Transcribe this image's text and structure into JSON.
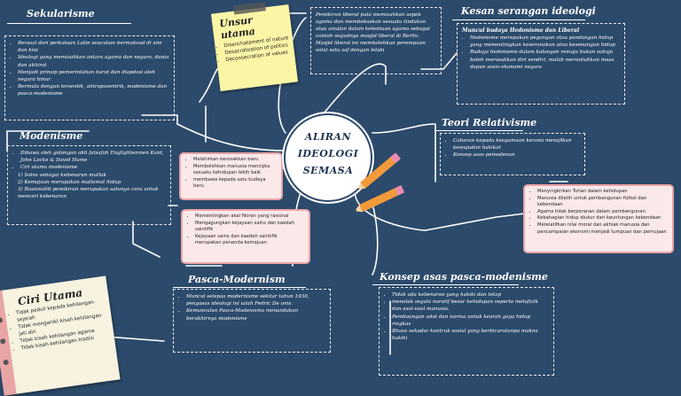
{
  "center": {
    "line1": "ALIRAN",
    "line2": "IDEOLOGI",
    "line3": "SEMASA"
  },
  "sekularisme": {
    "title": "Sekularisme",
    "items": [
      "Berasal dari perkataan Latin seaculam bermaksud di sini dan kini",
      "Ideologi yang memisahkan antara agama dan negara, dunia dan akhirat",
      "Menjadi prinsip pemerintahan barat dan diapdosi oleh negara timur",
      "Bermula dengan tersentik, antroposentrik, modenisme dan pasca-modenisme"
    ]
  },
  "unsur_utama": {
    "title": "Unsur utama",
    "items": [
      "Disenchatement of nature",
      "Desacralization of politics",
      "Deconsecration of values"
    ]
  },
  "liberal_para": "Pemikiran liberal pula memisahkan aspek agama dan membebaskan sesuatu tindakan atau amalan dalam ketentuan agama sebagai contoh wujudnya masjid liberal di Berlin. Masjid liberal ini membolehkan perempuan solat satu saf dengan lelaki",
  "kesan": {
    "title": "Kesan serangan ideologi",
    "subtitle": "Muncul budaya Hedonisme dan Liberal",
    "items": [
      "Hedonisme merupakan pegangan atau pandangan hidup yang mementingkan keseronokan atau kesenangan hidup",
      "Budaya hedonisme dalam kalangan remaja bukan sahaja boleh merosakkan diri sendiri, malah meruntuhkan masa depan sosio-ekonomi negara"
    ]
  },
  "modenisme": {
    "title": "Modenisme",
    "items": [
      "Dibawa oleh golongan ahli falsafah Englightenmen Kant, John Locke & David Hume",
      "Ciri utama modenisme"
    ],
    "sub": [
      "1) Sains sebagai kebenaran mutlak",
      "2) Kemajuan merupakan matlamat hidup",
      "3) Rasionaliti pemikiran merupakan satunya cara untuk mencari kebenaran"
    ]
  },
  "pink_top": [
    "Melahirkan kerosakkan baru",
    "Membolehkan manusia mencipta sesuatu kehidupan lebih baik",
    "membawa kepada satu budaya baru"
  ],
  "pink_mid": [
    "Mementingkan akal fikiran yang rasional",
    "Mengagungkan kejayaan sains dan kaedah saintifik",
    "Kejayaan sains dan kaedah saintifik merupakan penanda kemajuan"
  ],
  "teori": {
    "title": "Teori Relativisme",
    "items": [
      "Cabaran kepada keagamaan kerana menafikan kewujudan hakikat",
      "Konsep asas pemodenan"
    ]
  },
  "pink_right": [
    "Menyingkirkan Tuhan dalam kehidupan",
    "Manusia dilatih untuk pembangunan fizikal dan kebendaan",
    "Agama tidak berperanan dalam pembangunan",
    "Kebahagian hidup diukur dari keuntungan kebendaan",
    "Merelatifkan nilai moral dan akhlak manusia dan pencampaian ekonomi menjadi tumpuan dan pemujaan"
  ],
  "ciri": {
    "title": "Ciri Utama",
    "items": [
      "Tidak peduli kepada kehilangan sejarah",
      "Tidak menganlkl kisah kehilangan jati diri",
      "Tidak kisah kehilangan agama",
      "Tidak kisah kehilangan tradisi"
    ]
  },
  "pasca": {
    "title": "Pasca-Modernism",
    "items": [
      "Muncul selepas modernisme sekitar tahun 1930, pengasas ideologi ini ialah Fedric De onis.",
      "Kemunculan Pasca-Modenisma menandakan berakhirnya modenisme"
    ]
  },
  "konsep": {
    "title": "Konsep asas pasca-modenisme",
    "items": [
      "Tidak ada kebenaran yang hakiki dan tetap",
      "menolak segala naratif besar kehidupan seperto metafizik dan asal-usul manusia.",
      "Pembaungan adat dan norma untuk kearah gaya hidup ringkas",
      "Bhasa sekadar kontruk sosial yang berbicaratanpa makna hakiki"
    ]
  },
  "colors": {
    "background": "#2c4a6b",
    "pink_fill": "#fbe9ea",
    "pink_border": "#e9a4a6",
    "sticky": "#fbf6a6"
  }
}
